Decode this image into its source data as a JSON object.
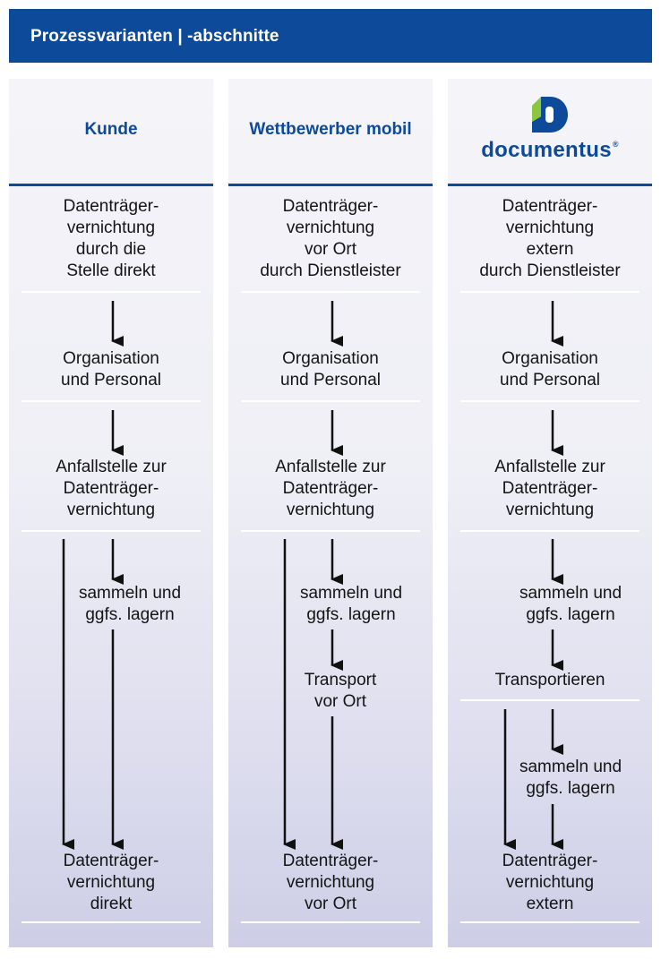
{
  "header": {
    "title": "Prozessvarianten | -abschnitte"
  },
  "columns": [
    {
      "title": "Kunde",
      "box1": "Datenträger-\nvernichtung\ndurch die\nStelle direkt",
      "box2": "Organisation\nund Personal",
      "box3": "Anfallstelle zur\nDatenträger-\nvernichtung",
      "collect": "sammeln und\nggfs. lagern",
      "final": "Datenträger-\nvernichtung\ndirekt"
    },
    {
      "title": "Wettbewerber mobil",
      "box1": "Datenträger-\nvernichtung\nvor Ort\ndurch Dienstleister",
      "box2": "Organisation\nund Personal",
      "box3": "Anfallstelle zur\nDatenträger-\nvernichtung",
      "collect": "sammeln und\nggfs. lagern",
      "transport": "Transport\nvor Ort",
      "final": "Datenträger-\nvernichtung\nvor Ort"
    },
    {
      "title": "",
      "brand": "documentus",
      "brand_mark": "®",
      "box1": "Datenträger-\nvernichtung\nextern\ndurch Dienstleister",
      "box2": "Organisation\nund Personal",
      "box3": "Anfallstelle zur\nDatenträger-\nvernichtung",
      "collect": "sammeln und\nggfs. lagern",
      "transport": "Transportieren",
      "collect2": "sammeln und\nggfs. lagern",
      "final": "Datenträger-\nvernichtung\nextern"
    }
  ],
  "colors": {
    "header_bg": "#0e4a9a",
    "title_text": "#0e4a9a",
    "logo_green": "#8cc63f",
    "logo_blue": "#0e4a9a"
  },
  "icons": [
    "documentus-logo-icon",
    "arrow-down-icon"
  ]
}
